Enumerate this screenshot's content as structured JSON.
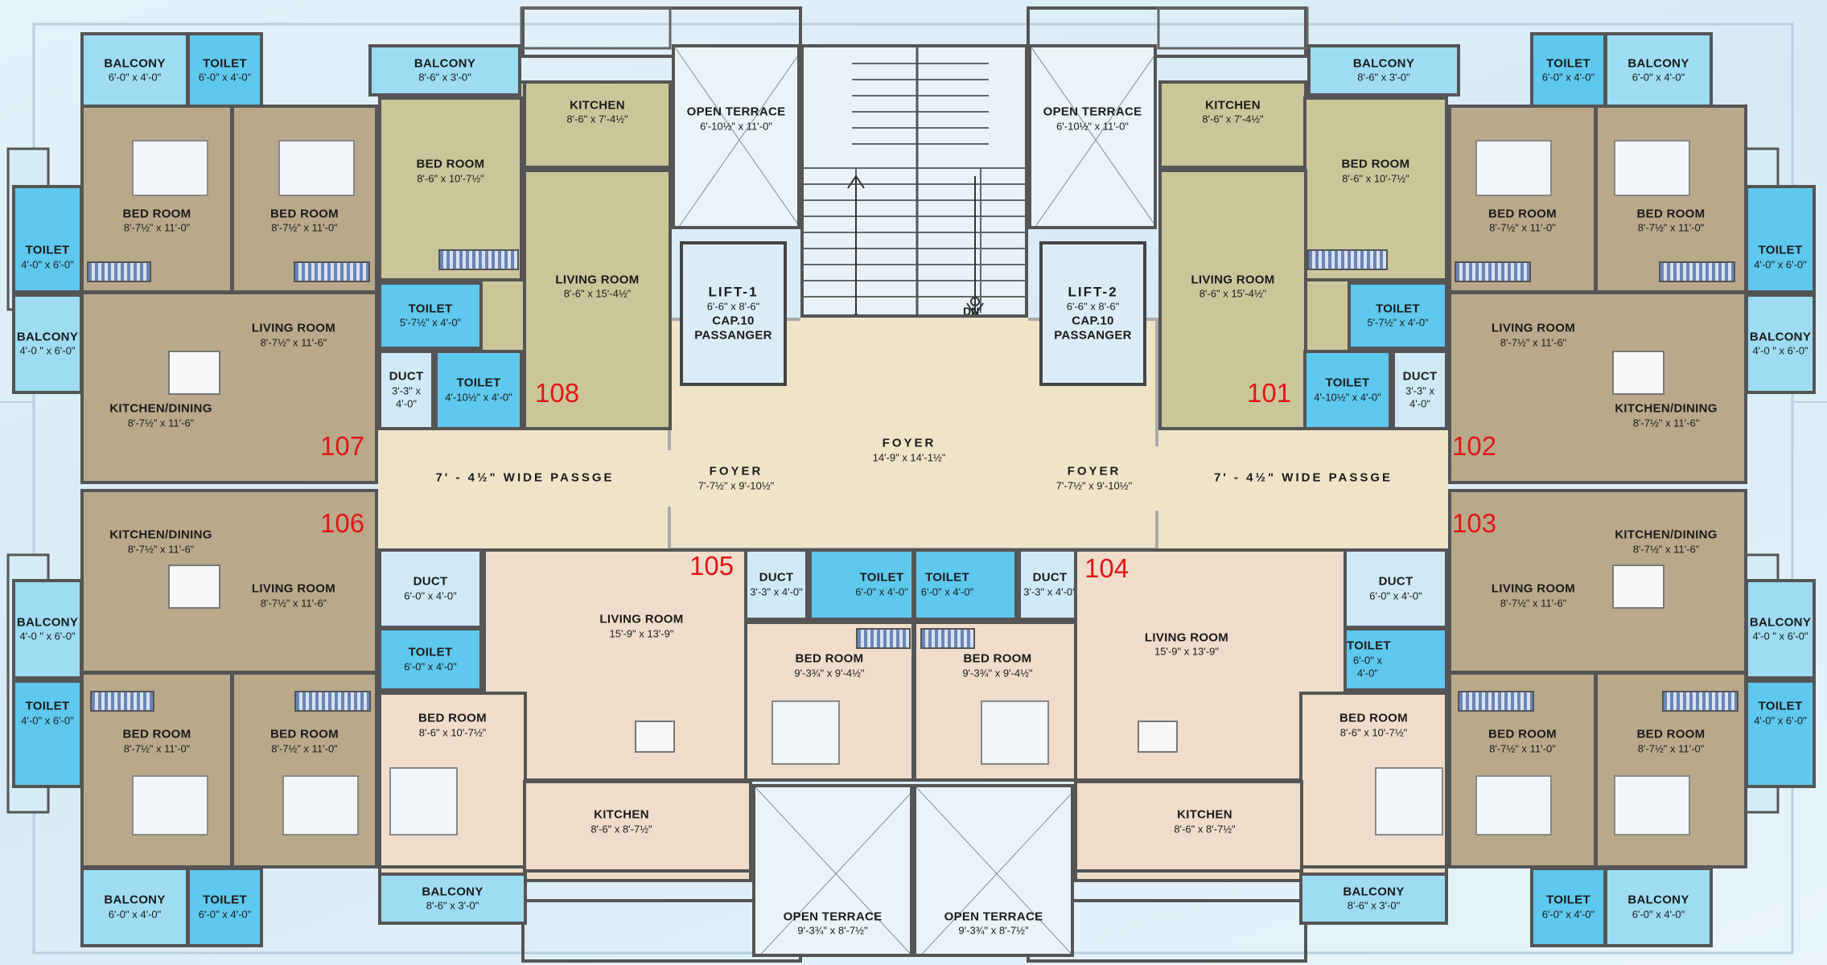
{
  "units": [
    "101",
    "102",
    "103",
    "104",
    "105",
    "106",
    "107",
    "108"
  ],
  "balcony": {
    "title": "BALCONY",
    "dim_a": "6'-0\" x 4'-0\"",
    "dim_b": "8'-6\" x 3'-0\"",
    "dim_c": "4'-0 \" x 6'-0\"",
    "dim_c_left": "4'-0 \" x 6'-0\""
  },
  "toilet": {
    "title": "TOILET",
    "dim_a": "6'-0\" x 4'-0\"",
    "dim_b": "4'-0\" x 6'-0\"",
    "dim_c": "5'-7½\" x 4'-0\"",
    "dim_d": "4'-10½\" x 4'-0\""
  },
  "duct": {
    "title": "DUCT",
    "dim_a": "3'-3\" x 4'-0\"",
    "dim_b": "6'-0\" x 4'-0\""
  },
  "bed_room": {
    "title": "BED ROOM",
    "dim_a": "8'-7½\" x 11'-0\"",
    "dim_b": "8'-6\" x 10'-7½\"",
    "dim_c": "9'-3¾\" x 9'-4½\""
  },
  "living_room": {
    "title": "LIVING ROOM",
    "dim_a": "8'-7½\" x 11'-6\"",
    "dim_b": "8'-6\" x 15'-4½\"",
    "dim_c": "15'-9\" x 13'-9\""
  },
  "kitchen_dining": {
    "title": "KITCHEN/DINING",
    "dim": "8'-7½\" x 11'-6\""
  },
  "kitchen": {
    "title": "KITCHEN",
    "dim_a": "8'-6\" x 7'-4½\"",
    "dim_b": "8'-6\" x  8'-7½\""
  },
  "open_terrace": {
    "title": "OPEN TERRACE",
    "dim_a": "6'-10½\" x 11'-0\"",
    "dim_b": "9'-3¾\" x 8'-7½\""
  },
  "lift1": {
    "title": "LIFT-1",
    "dim": "6'-6\" x 8'-6\"",
    "cap": "CAP.10",
    "pass": "PASSANGER"
  },
  "lift2": {
    "title": "LIFT-2",
    "dim": "6'-6\" x 8'-6\"",
    "cap": "CAP.10",
    "pass": "PASSANGER"
  },
  "foyer": {
    "title": "FOYER",
    "dim_main": "14'-9\" x 14'-1½\"",
    "dim_side": "7'-7½\" x 9'-10½\""
  },
  "passage": {
    "title": "7' - 4½\" WIDE PASSGE"
  },
  "stairs": {
    "up": "UP",
    "dn": "DN"
  },
  "colors": {
    "bedroom": "#b9a98a",
    "living": "#c8bc93",
    "front_unit": "#efdccb",
    "corridor": "#efe4c8",
    "wet_area": "#5ec8ee",
    "balcony": "#9ddcf3",
    "unit_number": "#e21616"
  }
}
